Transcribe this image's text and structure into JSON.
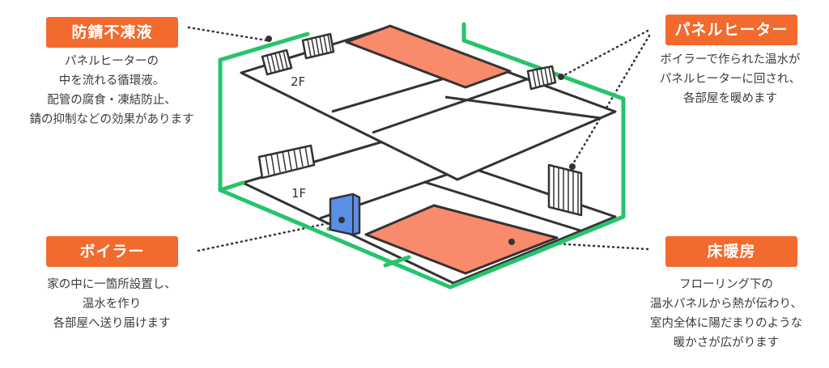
{
  "colors": {
    "accent": "#f26a2e",
    "pipe": "#26c46c",
    "heated_floor": "#f98a6b",
    "boiler": "#5b8fe6",
    "outline": "#333333"
  },
  "callouts": {
    "antifreeze": {
      "title": "防錆不凍液",
      "lines": [
        "パネルヒーターの",
        "中を流れる循環液。",
        "配管の腐食・凍結防止、",
        "錆の抑制などの効果があります"
      ]
    },
    "panel_heater": {
      "title": "パネルヒーター",
      "lines": [
        "ボイラーで作られた温水が",
        "パネルヒーターに回され、",
        "各部屋を暖めます"
      ]
    },
    "boiler": {
      "title": "ボイラー",
      "lines": [
        "家の中に一箇所設置し、",
        "温水を作り",
        "各部屋へ送り届けます"
      ]
    },
    "floor_heating": {
      "title": "床暖房",
      "lines": [
        "フローリング下の",
        "温水パネルから熱が伝わり、",
        "室内全体に陽だまりのような",
        "暖かさが広がります"
      ]
    }
  },
  "floors": {
    "upper": "2F",
    "lower": "1F"
  },
  "icons": {
    "boiler": "boiler-icon",
    "radiator": "panel-heater-icon"
  }
}
